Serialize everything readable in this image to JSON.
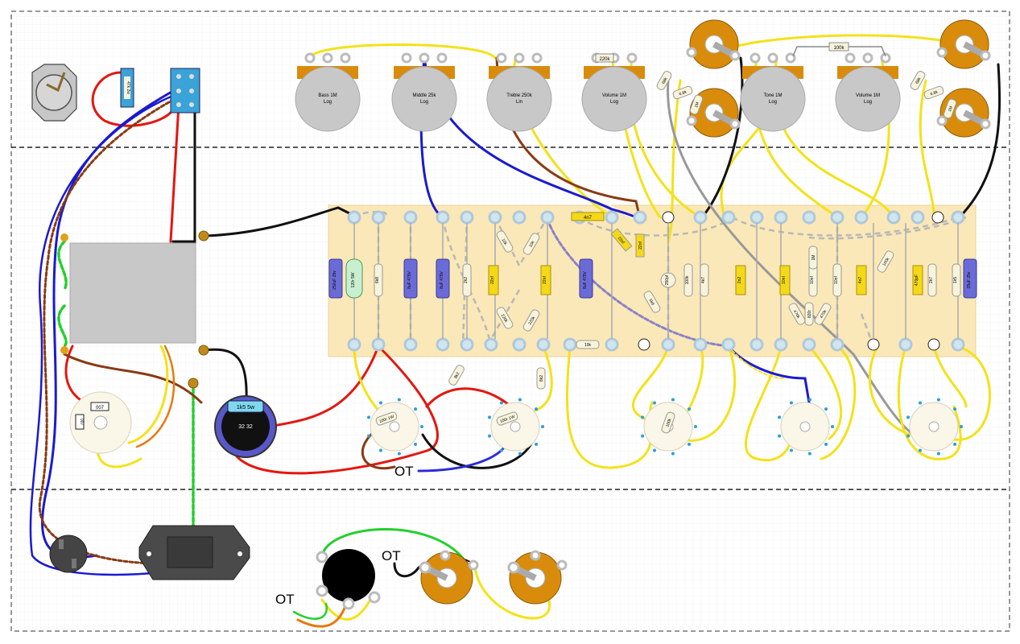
{
  "pots_top": [
    {
      "name": "Bass 1M",
      "taper": "Log"
    },
    {
      "name": "Middle 25k",
      "taper": "Log"
    },
    {
      "name": "Treble 250k",
      "taper": "Lin"
    },
    {
      "name": "Volume 1M",
      "taper": "Log"
    },
    {
      "name": "Tone 1M",
      "taper": "Log"
    },
    {
      "name": "Volume 1M",
      "taper": "Log"
    }
  ],
  "pot_labels": {
    "r220k": "220k",
    "r100k_top": "100k"
  },
  "top_chassis": {
    "res_47k2w": "47k 2w",
    "r68k_a": "68k",
    "r6k8_a": "6.8k",
    "r1m_a": "1M",
    "r68k_b": "68k",
    "r6k8_b": "6.8k",
    "r1m_b": "1M"
  },
  "board": {
    "upper": {
      "c_4n7": "4n7",
      "c_22nf_a": "22nf",
      "c_22nf_b": "22nf",
      "r_10k_a": "10k",
      "r_10k_b": "10k",
      "r_5k6": "5k6"
    },
    "row": [
      "250uF 25v",
      "120r 5W",
      "6k8",
      "8uF 475V",
      "8uF 475V",
      "2k2",
      "22nf",
      "22nf",
      "8uF 475V",
      "250pf",
      "100k",
      "4k7",
      "2n2",
      "10nf",
      "10nf",
      "10nf",
      "4n7",
      "470pF",
      "2k7",
      "1k5",
      "25uF 25v"
    ],
    "lower": {
      "r_220k_a": "220k",
      "r_220k_b": "220k",
      "r_10k": "10k",
      "r_470k_a": "470k",
      "r_820r": "820r",
      "r_470k_b": "470k",
      "r_100k": "100k",
      "r_1k": "1M"
    }
  },
  "bottom_parts": {
    "r_100r_a": "100r 1W",
    "r_100r_b": "100r 1W",
    "r_8k2_a": "8k2",
    "r_8k2_b": "8k2",
    "r_1k5_5w": "1k5 5w",
    "cap_32": "32  32",
    "tube_label": "007",
    "tube_label2": "007"
  },
  "ot_labels": {
    "ot1": "OT",
    "ot2": "OT",
    "ot3": "OT"
  },
  "colors": {
    "board": "#fbe8b8",
    "wire_yellow": "#f3e21a",
    "wire_red": "#e5160f",
    "wire_black": "#111111",
    "wire_blue": "#1a1ad1",
    "wire_brown": "#8a3a12",
    "wire_green": "#22d02a",
    "wire_gray": "#999999",
    "pot_brass": "#d98c0b",
    "pot_gray": "#c8c8c8",
    "cap_blue": "#6b6bd8",
    "cap_yellow": "#f3d917"
  }
}
